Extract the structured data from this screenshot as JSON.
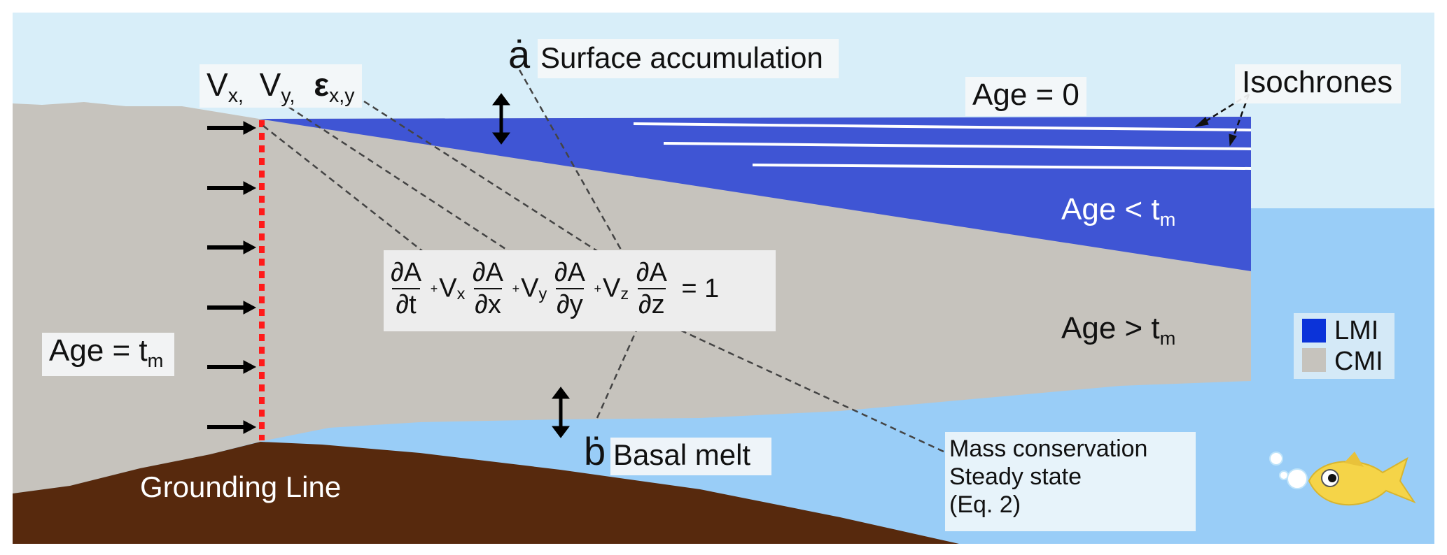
{
  "labels": {
    "surface_accumulation_symbol": "ȧ",
    "surface_accumulation": "Surface accumulation",
    "velocity_vx": "V",
    "velocity_vx_sub": "x,",
    "velocity_vy": "V",
    "velocity_vy_sub": "y,",
    "strain": "ε",
    "strain_sub": "x,y",
    "age_zero": "Age = 0",
    "isochrones": "Isochrones",
    "age_lt_tm_main": "Age < t",
    "age_lt_tm_sub": "m",
    "age_gt_tm_main": "Age > t",
    "age_gt_tm_sub": "m",
    "age_eq_tm_main": "Age = t",
    "age_eq_tm_sub": "m",
    "basal_melt_symbol": "ḃ",
    "basal_melt": "Basal melt",
    "grounding_line": "Grounding Line",
    "mass_conservation": "Mass conservation",
    "steady_state": "Steady state",
    "eq_ref": "(Eq. 2)"
  },
  "equation": {
    "d": "∂A",
    "dt": "∂t",
    "dx": "∂x",
    "dy": "∂y",
    "dz": "∂z",
    "plus": "+",
    "vx": "V",
    "vx_sub": "x",
    "vy": "V",
    "vy_sub": "y",
    "vz": "V",
    "vz_sub": "z",
    "rhs": "= 1"
  },
  "legend": [
    {
      "label": "LMI",
      "color": "#0b33d9"
    },
    {
      "label": "CMI",
      "color": "#c6c3bd"
    }
  ],
  "colors": {
    "sky": "#d8eef9",
    "ocean": "#99cdf7",
    "cmi_ice": "#c6c3bd",
    "lmi_ice": "#3f55d4",
    "bedrock": "#57290d",
    "grounding_line": "#ff1a1a",
    "fish": "#f5d448"
  }
}
